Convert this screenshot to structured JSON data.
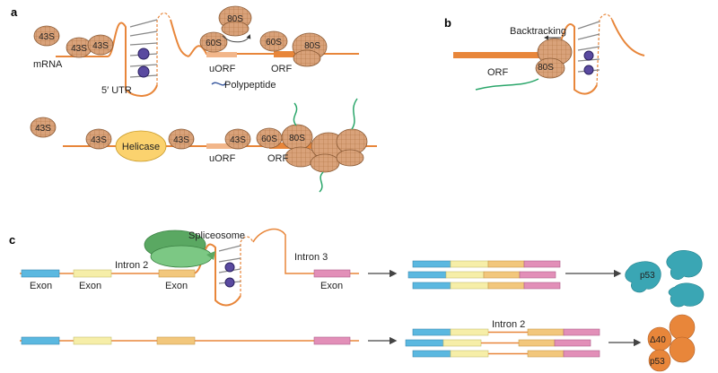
{
  "panels": {
    "a": "a",
    "b": "b",
    "c": "c"
  },
  "colors": {
    "mrna": "#e8863a",
    "ribosome": "#d9a27a",
    "ribosome_grid": "#b0703e",
    "helicase": "#fbd26e",
    "spliceosome": "#5aa862",
    "polypeptide": "#2aa66a",
    "polypeptide_short": "#3a5aa0",
    "exon_blue": "#5bb8e0",
    "exon_yellow": "#f6eea8",
    "exon_gold": "#f2c77c",
    "exon_pink": "#e28fb8",
    "p53": "#3aa6b4",
    "isoform": "#e8863a"
  },
  "a": {
    "top": {
      "ribosome_43s": [
        "43S",
        "43S",
        "43S"
      ],
      "ribosome_60s": "60S",
      "ribosome_80s_released": "80S",
      "ribosome_60s_2": "60S",
      "ribosome_80s": "80S",
      "mrna_label": "mRNA",
      "utr_label": "5′ UTR",
      "uorf_label": "uORF",
      "orf_label": "ORF",
      "polypeptide_label": "Polypeptide"
    },
    "bottom": {
      "ribosome_43s": [
        "43S",
        "43S",
        "43S",
        "43S"
      ],
      "helicase_label": "Helicase",
      "uorf_label": "uORF",
      "ribosome_60s": "60S",
      "ribosome_80s": "80S",
      "orf_label": "ORF"
    }
  },
  "b": {
    "backtracking_label": "Backtracking",
    "orf_label": "ORF",
    "ribosome_80s": "80S"
  },
  "c": {
    "top": {
      "spliceosome_label": "Spliceosome",
      "intron2_label": "Intron 2",
      "intron3_label": "Intron 3",
      "exon_labels": [
        "Exon",
        "Exon",
        "Exon",
        "Exon"
      ]
    },
    "bottom": {
      "intron2_label": "Intron 2"
    },
    "p53_label": "p53",
    "delta40_label": "Δ40",
    "p53_small_label": "p53"
  }
}
